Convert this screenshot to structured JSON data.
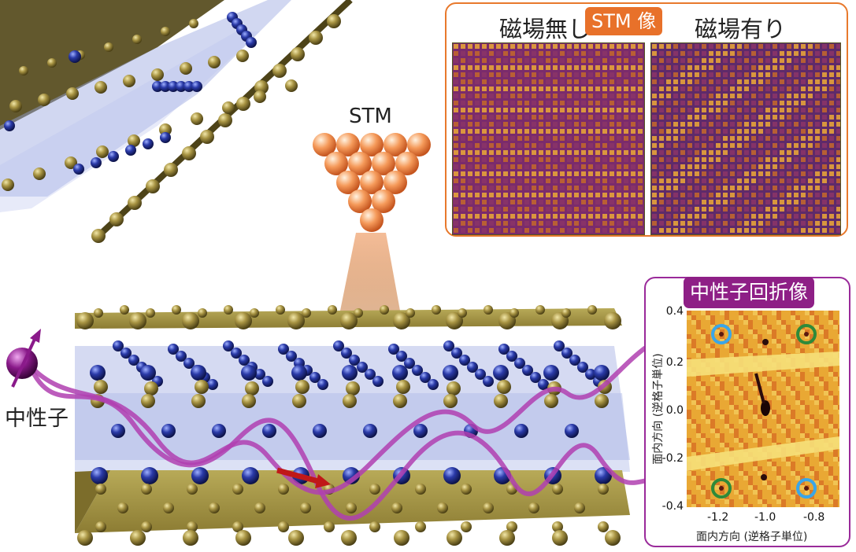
{
  "stm_panel": {
    "label_without_field": "磁場無し",
    "badge": "STM 像",
    "label_with_field": "磁場有り"
  },
  "stm_tip": {
    "label": "STM"
  },
  "neutron": {
    "label": "中性子"
  },
  "diffraction_panel": {
    "badge": "中性子回折像",
    "y_axis_label": "面内方向 (逆格子単位)",
    "x_axis_label": "面内方向 (逆格子単位)",
    "y_ticks": [
      "0.4",
      "0.2",
      "0.0",
      "-0.2",
      "-0.4"
    ],
    "x_ticks": [
      "-1.2",
      "-1.0",
      "-0.8"
    ],
    "circle_colors": {
      "blue": "#3aa6e8",
      "green": "#2e8a3a"
    }
  },
  "colors": {
    "stm_border": "#e8792c",
    "stm_badge": "#e8712a",
    "neutron_border": "#9a2a9a",
    "neutron_badge": "#8e1f86",
    "gold_atom": "#8f7d38",
    "blue_atom": "#22349a",
    "neutron_path": "#b040b0",
    "tip_atom": "#f08a4a"
  }
}
